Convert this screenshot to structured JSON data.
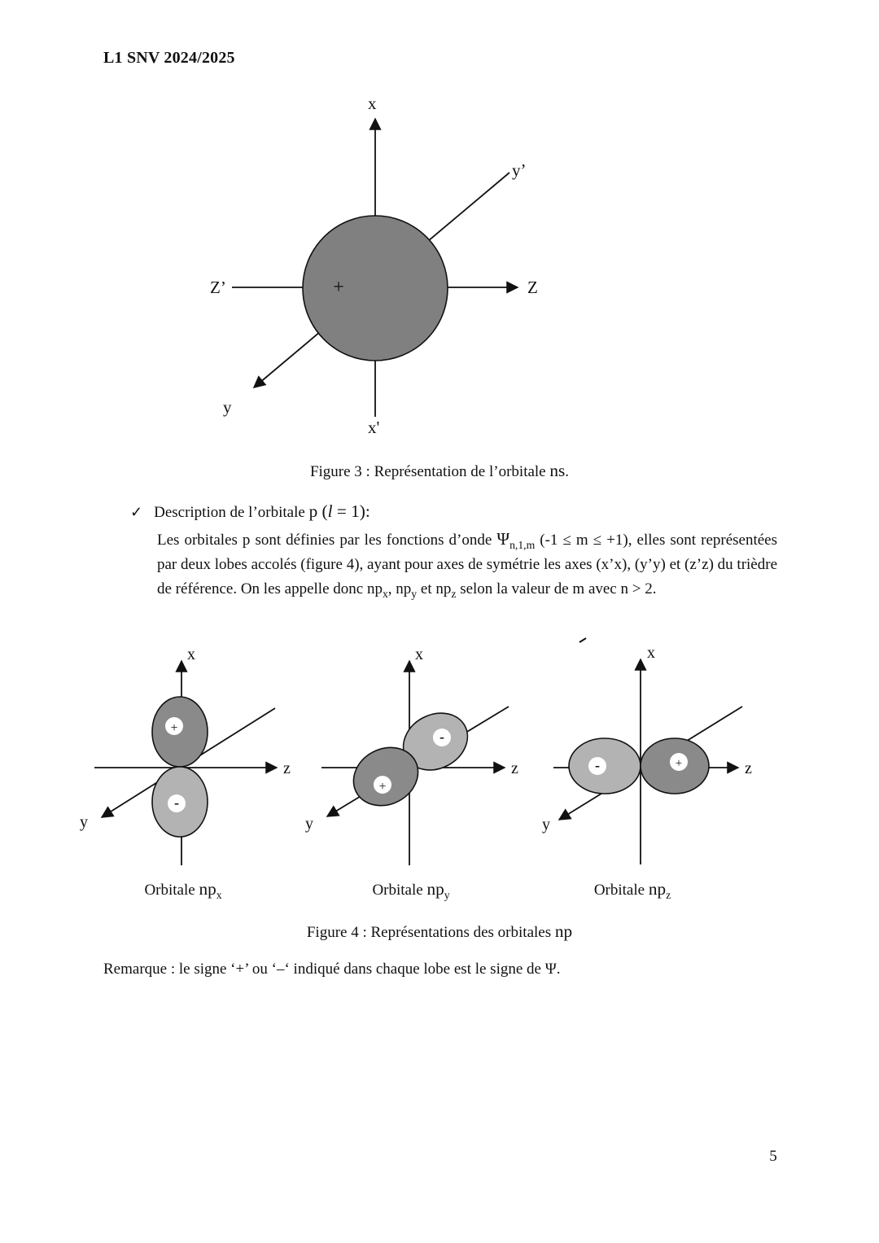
{
  "header": {
    "title": "L1 SNV 2024/2025"
  },
  "colors": {
    "sphere": "#808080",
    "lobe_dark": "#8a8a8a",
    "lobe_light": "#b3b3b3",
    "badge_white": "#ffffff",
    "ink": "#111111"
  },
  "figure3": {
    "axis_labels": {
      "x_top": "x",
      "x_bottom": "x'",
      "z_left": "Z’",
      "z_right": "Z",
      "y_upper": "y’",
      "y_lower": "y"
    },
    "nucleus_sign": "+",
    "caption": [
      {
        "t": "Figure 3 : Représentation de l’orbitale "
      },
      {
        "t": "ns",
        "s": "big"
      },
      {
        "t": "."
      }
    ]
  },
  "description": {
    "check": "✓",
    "heading": [
      {
        "t": "Description de l’orbitale "
      },
      {
        "t": " p (",
        "s": "big"
      },
      {
        "t": "l",
        "s": "ibig"
      },
      {
        "t": " = 1):",
        "s": "big"
      }
    ],
    "paragraph": [
      {
        "t": "Les orbitales p sont définies par les fonctions d’onde  "
      },
      {
        "t": "Ψ",
        "s": "big"
      },
      {
        "t": "n,1,m",
        "s": "sub"
      },
      {
        "t": " (-1 ≤ m ≤ +1), elles sont représentées par deux lobes accolés (figure 4), ayant pour axes de symétrie les axes (x’x), (y’y) et (z’z) du trièdre de référence. On les appelle donc np"
      },
      {
        "t": "x",
        "s": "sub"
      },
      {
        "t": ", np"
      },
      {
        "t": "y",
        "s": "sub"
      },
      {
        "t": " et np"
      },
      {
        "t": "z",
        "s": "sub"
      },
      {
        "t": " selon la valeur de m avec n > 2."
      }
    ]
  },
  "figure4": {
    "orbitals": [
      {
        "id": "npx",
        "x_label": "x",
        "z_label": "z",
        "y_label": "y",
        "lobe_positive_sign": "+",
        "lobe_negative_sign": "-",
        "caption": [
          {
            "t": "Orbitale "
          },
          {
            "t": "np",
            "s": "big"
          },
          {
            "t": "x",
            "s": "sub"
          }
        ]
      },
      {
        "id": "npy",
        "x_label": "x",
        "z_label": "z",
        "y_label": "y",
        "lobe_positive_sign": "+",
        "lobe_negative_sign": "-",
        "caption": [
          {
            "t": "Orbitale "
          },
          {
            "t": "np",
            "s": "big"
          },
          {
            "t": "y",
            "s": "sub"
          }
        ]
      },
      {
        "id": "npz",
        "x_label": "x",
        "z_label": "z",
        "y_label": "y",
        "lobe_positive_sign": "+",
        "lobe_negative_sign": "-",
        "caption": [
          {
            "t": "Orbitale "
          },
          {
            "t": "np",
            "s": "big"
          },
          {
            "t": "z",
            "s": "sub"
          }
        ]
      }
    ],
    "caption": [
      {
        "t": "Figure 4 : Représentations des orbitales "
      },
      {
        "t": "np",
        "s": "big"
      }
    ]
  },
  "remark": "Remarque : le signe ‘+’ ou ‘–‘ indiqué dans chaque lobe est le signe de Ψ.",
  "page": {
    "number": "5"
  }
}
